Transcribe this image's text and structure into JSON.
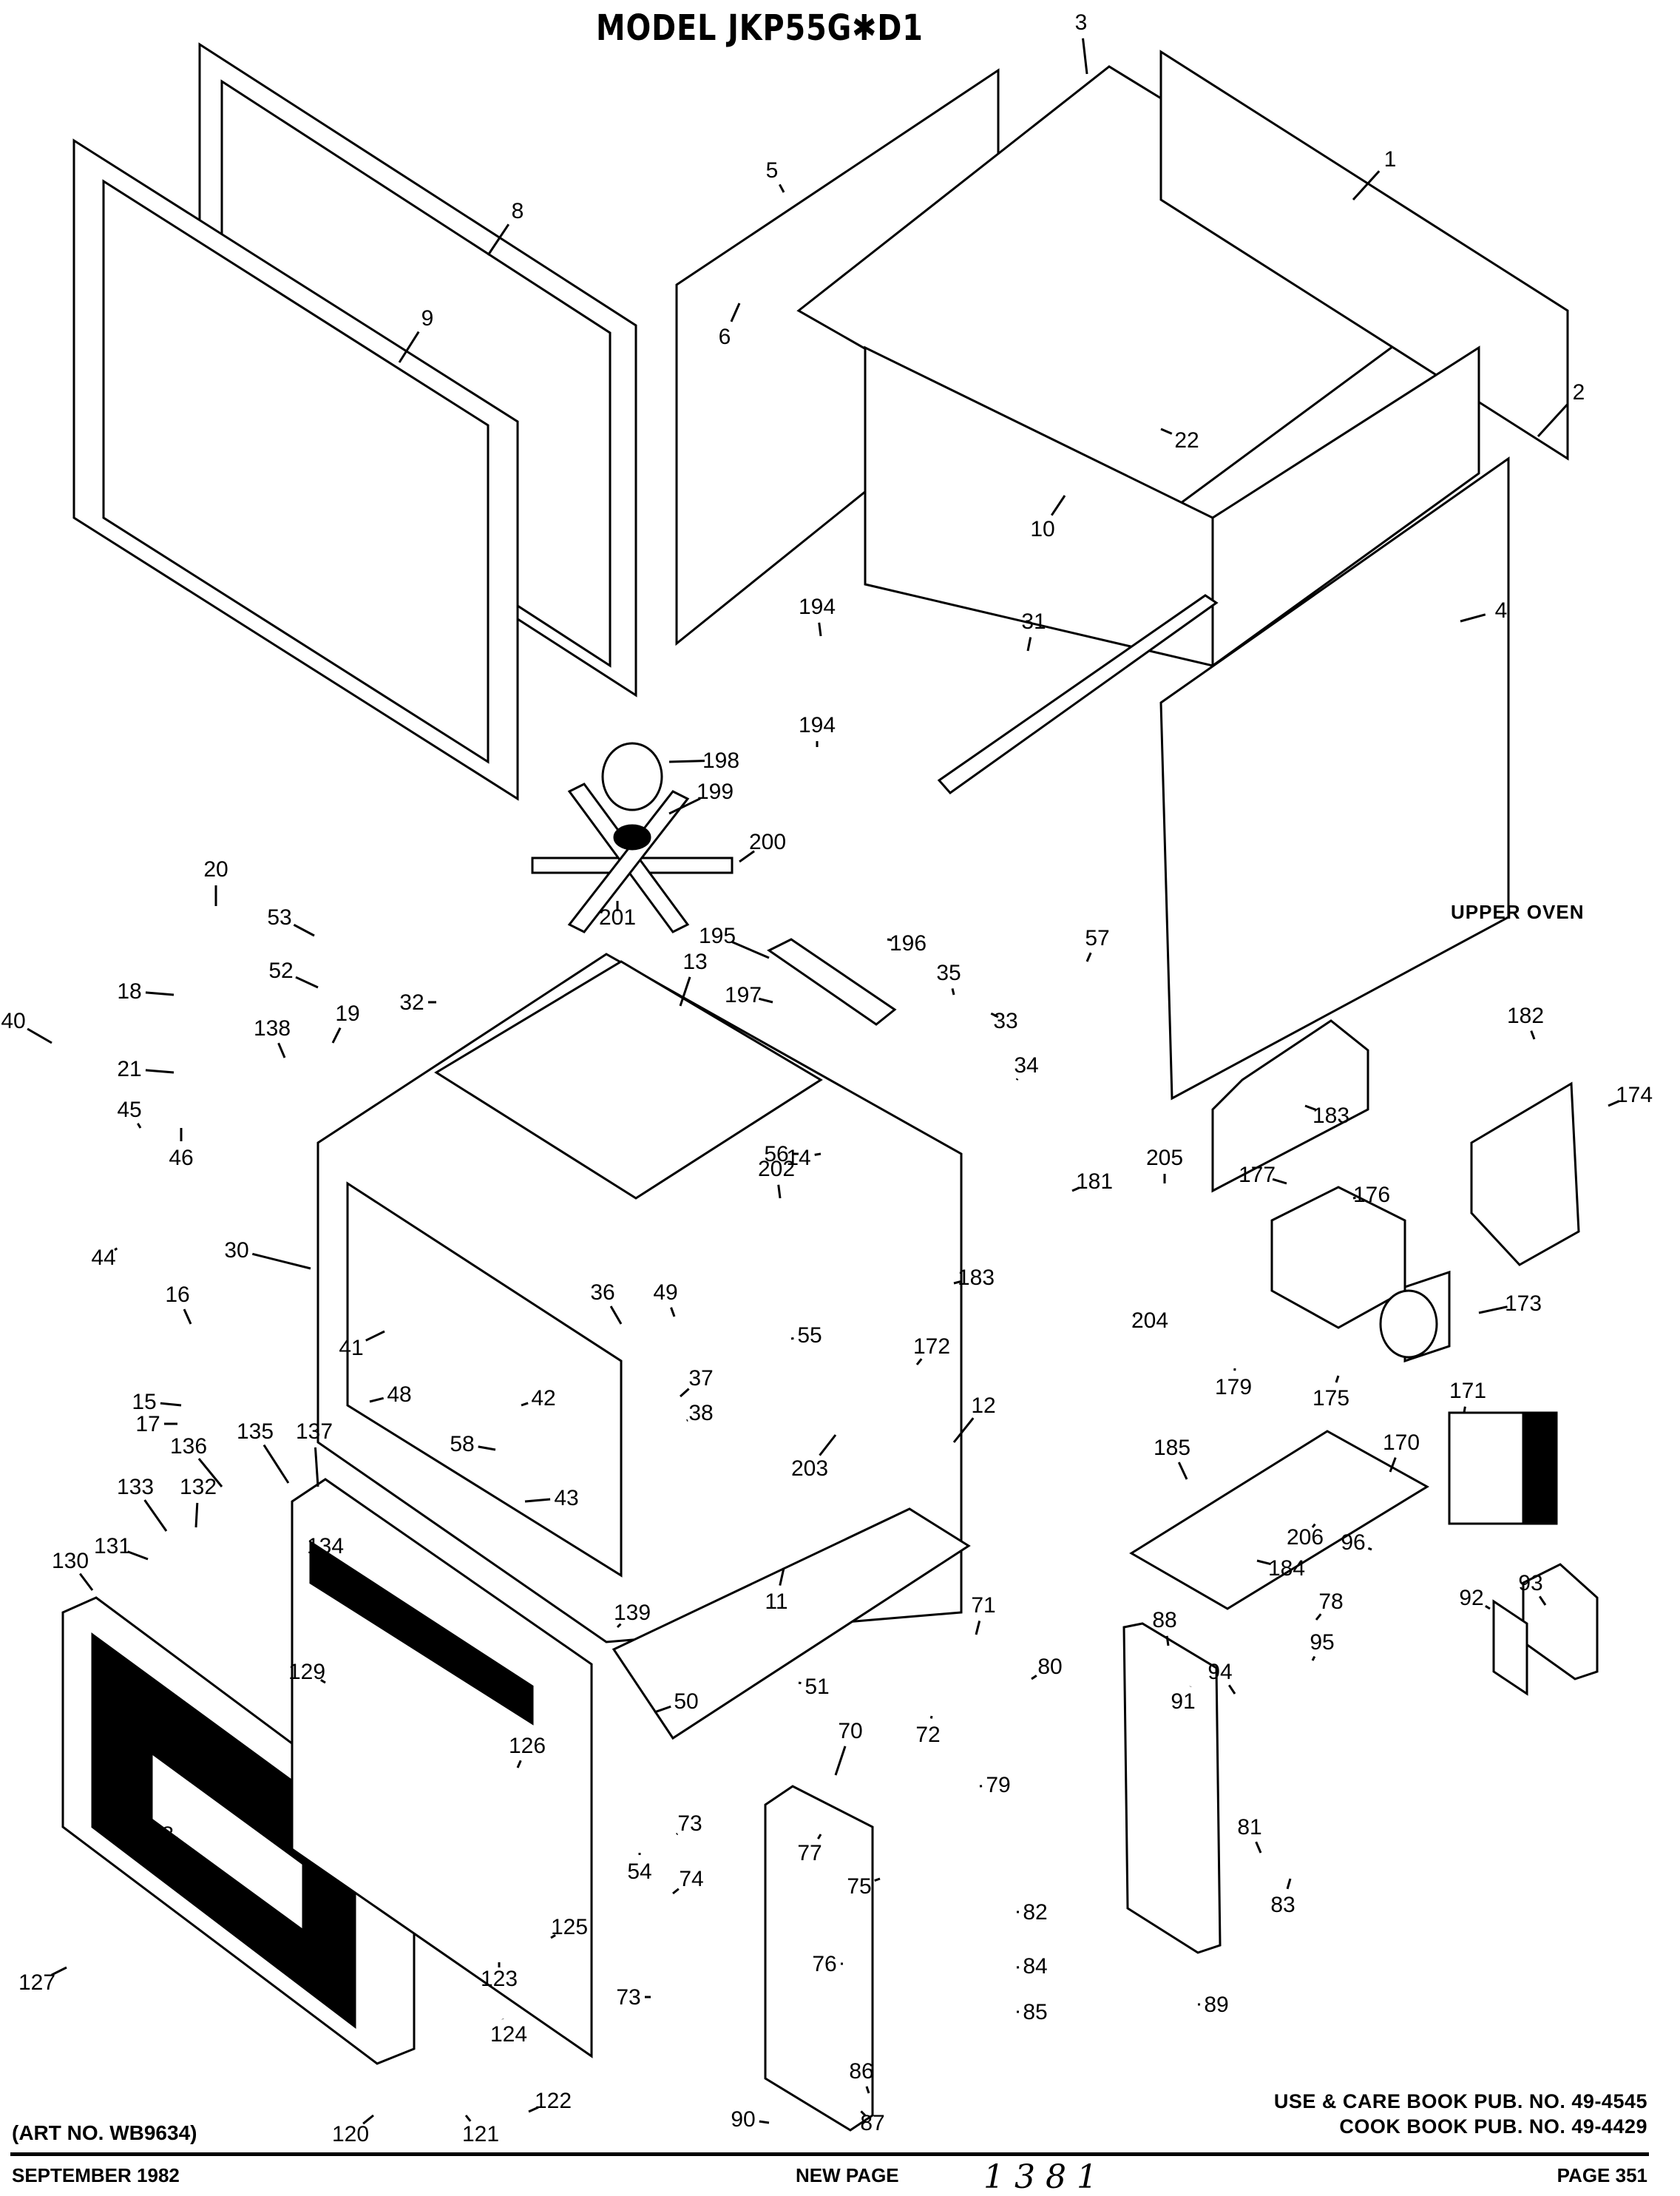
{
  "document": {
    "title": "MODEL JKP55G✱D1",
    "section_label": "UPPER OVEN",
    "publications": [
      "USE & CARE BOOK PUB. NO. 49-4545",
      "COOK BOOK PUB. NO. 49-4429"
    ],
    "art_number": "(ART NO. WB9634)",
    "date": "SEPTEMBER 1982",
    "page_status": "NEW PAGE",
    "page_number": "PAGE 351",
    "handwritten_note": "1 3 8 1"
  },
  "parts": [
    {
      "id": "1",
      "label": "1"
    },
    {
      "id": "2",
      "label": "2"
    },
    {
      "id": "3",
      "label": "3"
    },
    {
      "id": "4",
      "label": "4"
    },
    {
      "id": "5",
      "label": "5"
    },
    {
      "id": "6",
      "label": "6"
    },
    {
      "id": "8",
      "label": "8"
    },
    {
      "id": "9",
      "label": "9"
    },
    {
      "id": "10",
      "label": "10"
    },
    {
      "id": "11",
      "label": "11"
    },
    {
      "id": "12",
      "label": "12"
    },
    {
      "id": "13",
      "label": "13"
    },
    {
      "id": "14",
      "label": "14"
    },
    {
      "id": "15",
      "label": "15"
    },
    {
      "id": "16",
      "label": "16"
    },
    {
      "id": "17",
      "label": "17"
    },
    {
      "id": "18",
      "label": "18"
    },
    {
      "id": "19",
      "label": "19"
    },
    {
      "id": "20",
      "label": "20"
    },
    {
      "id": "21",
      "label": "21"
    },
    {
      "id": "22",
      "label": "22"
    },
    {
      "id": "30",
      "label": "30"
    },
    {
      "id": "31",
      "label": "31"
    },
    {
      "id": "32",
      "label": "32"
    },
    {
      "id": "33",
      "label": "33"
    },
    {
      "id": "34",
      "label": "34"
    },
    {
      "id": "35",
      "label": "35"
    },
    {
      "id": "36",
      "label": "36"
    },
    {
      "id": "37",
      "label": "37"
    },
    {
      "id": "38",
      "label": "38"
    },
    {
      "id": "40",
      "label": "40"
    },
    {
      "id": "41",
      "label": "41"
    },
    {
      "id": "42",
      "label": "42"
    },
    {
      "id": "43",
      "label": "43"
    },
    {
      "id": "44",
      "label": "44"
    },
    {
      "id": "45",
      "label": "45"
    },
    {
      "id": "46",
      "label": "46"
    },
    {
      "id": "48",
      "label": "48"
    },
    {
      "id": "49",
      "label": "49"
    },
    {
      "id": "50",
      "label": "50"
    },
    {
      "id": "51",
      "label": "51"
    },
    {
      "id": "52",
      "label": "52"
    },
    {
      "id": "53",
      "label": "53"
    },
    {
      "id": "54",
      "label": "54"
    },
    {
      "id": "55",
      "label": "55"
    },
    {
      "id": "56",
      "label": "56"
    },
    {
      "id": "57",
      "label": "57"
    },
    {
      "id": "58",
      "label": "58"
    },
    {
      "id": "70",
      "label": "70"
    },
    {
      "id": "71",
      "label": "71"
    },
    {
      "id": "72",
      "label": "72"
    },
    {
      "id": "73a",
      "label": "73"
    },
    {
      "id": "73b",
      "label": "73"
    },
    {
      "id": "74",
      "label": "74"
    },
    {
      "id": "75",
      "label": "75"
    },
    {
      "id": "76",
      "label": "76"
    },
    {
      "id": "77",
      "label": "77"
    },
    {
      "id": "78",
      "label": "78"
    },
    {
      "id": "79",
      "label": "79"
    },
    {
      "id": "80",
      "label": "80"
    },
    {
      "id": "81",
      "label": "81"
    },
    {
      "id": "82",
      "label": "82"
    },
    {
      "id": "83",
      "label": "83"
    },
    {
      "id": "84",
      "label": "84"
    },
    {
      "id": "85",
      "label": "85"
    },
    {
      "id": "86",
      "label": "86"
    },
    {
      "id": "87",
      "label": "87"
    },
    {
      "id": "88",
      "label": "88"
    },
    {
      "id": "89",
      "label": "89"
    },
    {
      "id": "90",
      "label": "90"
    },
    {
      "id": "91",
      "label": "91"
    },
    {
      "id": "92",
      "label": "92"
    },
    {
      "id": "93",
      "label": "93"
    },
    {
      "id": "94",
      "label": "94"
    },
    {
      "id": "95",
      "label": "95"
    },
    {
      "id": "96",
      "label": "96"
    },
    {
      "id": "120",
      "label": "120"
    },
    {
      "id": "121",
      "label": "121"
    },
    {
      "id": "122",
      "label": "122"
    },
    {
      "id": "123",
      "label": "123"
    },
    {
      "id": "124",
      "label": "124"
    },
    {
      "id": "125",
      "label": "125"
    },
    {
      "id": "126",
      "label": "126"
    },
    {
      "id": "127",
      "label": "127"
    },
    {
      "id": "128",
      "label": "128"
    },
    {
      "id": "129",
      "label": "129"
    },
    {
      "id": "130",
      "label": "130"
    },
    {
      "id": "131",
      "label": "131"
    },
    {
      "id": "132",
      "label": "132"
    },
    {
      "id": "133",
      "label": "133"
    },
    {
      "id": "134",
      "label": "134"
    },
    {
      "id": "135",
      "label": "135"
    },
    {
      "id": "136",
      "label": "136"
    },
    {
      "id": "137",
      "label": "137"
    },
    {
      "id": "138",
      "label": "138"
    },
    {
      "id": "139",
      "label": "139"
    },
    {
      "id": "170",
      "label": "170"
    },
    {
      "id": "171",
      "label": "171"
    },
    {
      "id": "172",
      "label": "172"
    },
    {
      "id": "173",
      "label": "173"
    },
    {
      "id": "174",
      "label": "174"
    },
    {
      "id": "175",
      "label": "175"
    },
    {
      "id": "176",
      "label": "176"
    },
    {
      "id": "177",
      "label": "177"
    },
    {
      "id": "179",
      "label": "179"
    },
    {
      "id": "181",
      "label": "181"
    },
    {
      "id": "182",
      "label": "182"
    },
    {
      "id": "183a",
      "label": "183"
    },
    {
      "id": "183b",
      "label": "183"
    },
    {
      "id": "184",
      "label": "184"
    },
    {
      "id": "185",
      "label": "185"
    },
    {
      "id": "194a",
      "label": "194"
    },
    {
      "id": "194b",
      "label": "194"
    },
    {
      "id": "195",
      "label": "195"
    },
    {
      "id": "196",
      "label": "196"
    },
    {
      "id": "197",
      "label": "197"
    },
    {
      "id": "198",
      "label": "198"
    },
    {
      "id": "199",
      "label": "199"
    },
    {
      "id": "200",
      "label": "200"
    },
    {
      "id": "201",
      "label": "201"
    },
    {
      "id": "202",
      "label": "202"
    },
    {
      "id": "203",
      "label": "203"
    },
    {
      "id": "204",
      "label": "204"
    },
    {
      "id": "205",
      "label": "205"
    },
    {
      "id": "206",
      "label": "206"
    }
  ]
}
